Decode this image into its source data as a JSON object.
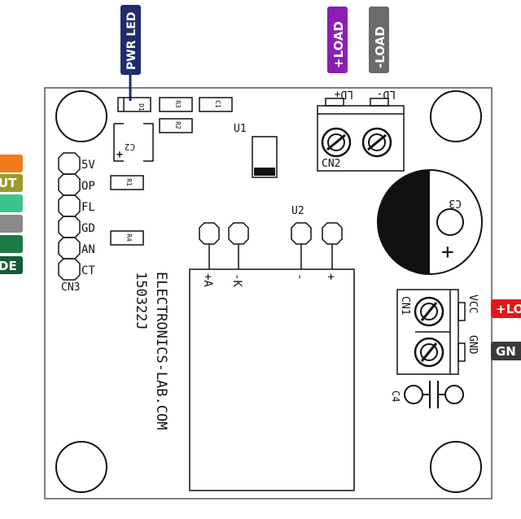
{
  "colors": {
    "board_outline": "#555555",
    "silkscreen": "#111111",
    "pwr_led_tag": "#1f2d6e",
    "load_plus_tag": "#8b1fb3",
    "load_minus_tag": "#6b6b6b",
    "vcc_tag": "#e01818",
    "gnd_tag": "#3a3a3a",
    "left_tag_orange": "#f07b18",
    "left_tag_olive": "#9c9a2a",
    "left_tag_teal": "#3cc48a",
    "left_tag_gray": "#8a8a8a",
    "left_tag_green": "#1c7a45",
    "left_tag_darkgreen": "#155a34"
  },
  "tags": {
    "pwr_led": "PWR LED",
    "load_plus": "+LOAD",
    "load_minus": "-LOAD",
    "vcc": "+LO",
    "gnd": "GN",
    "left_out": "UT",
    "left_mode": "DE"
  },
  "board": {
    "u1": "U1",
    "u2": "U2",
    "cn1": "CN1",
    "cn2": "CN2",
    "cn3": "CN3",
    "c1": "C1",
    "c2": "C2",
    "c3": "C3",
    "c4": "C4",
    "d1": "D1",
    "r1": "R1",
    "r2": "R2",
    "r3": "R3",
    "r4": "R4",
    "ld_plus": "LD+",
    "ld_minus": "LD-",
    "cn1_vcc": "VCC",
    "cn1_gnd": "GND",
    "cap_plus": "+",
    "c2_plus": "+",
    "cn3_pins": [
      "5V",
      "OP",
      "FL",
      "GD",
      "AN",
      "CT"
    ],
    "u2_pins": [
      "+A",
      "-K",
      "-",
      "+"
    ],
    "brand": "ELECTRONICS-LAB.COM",
    "date_code": "150322J"
  }
}
